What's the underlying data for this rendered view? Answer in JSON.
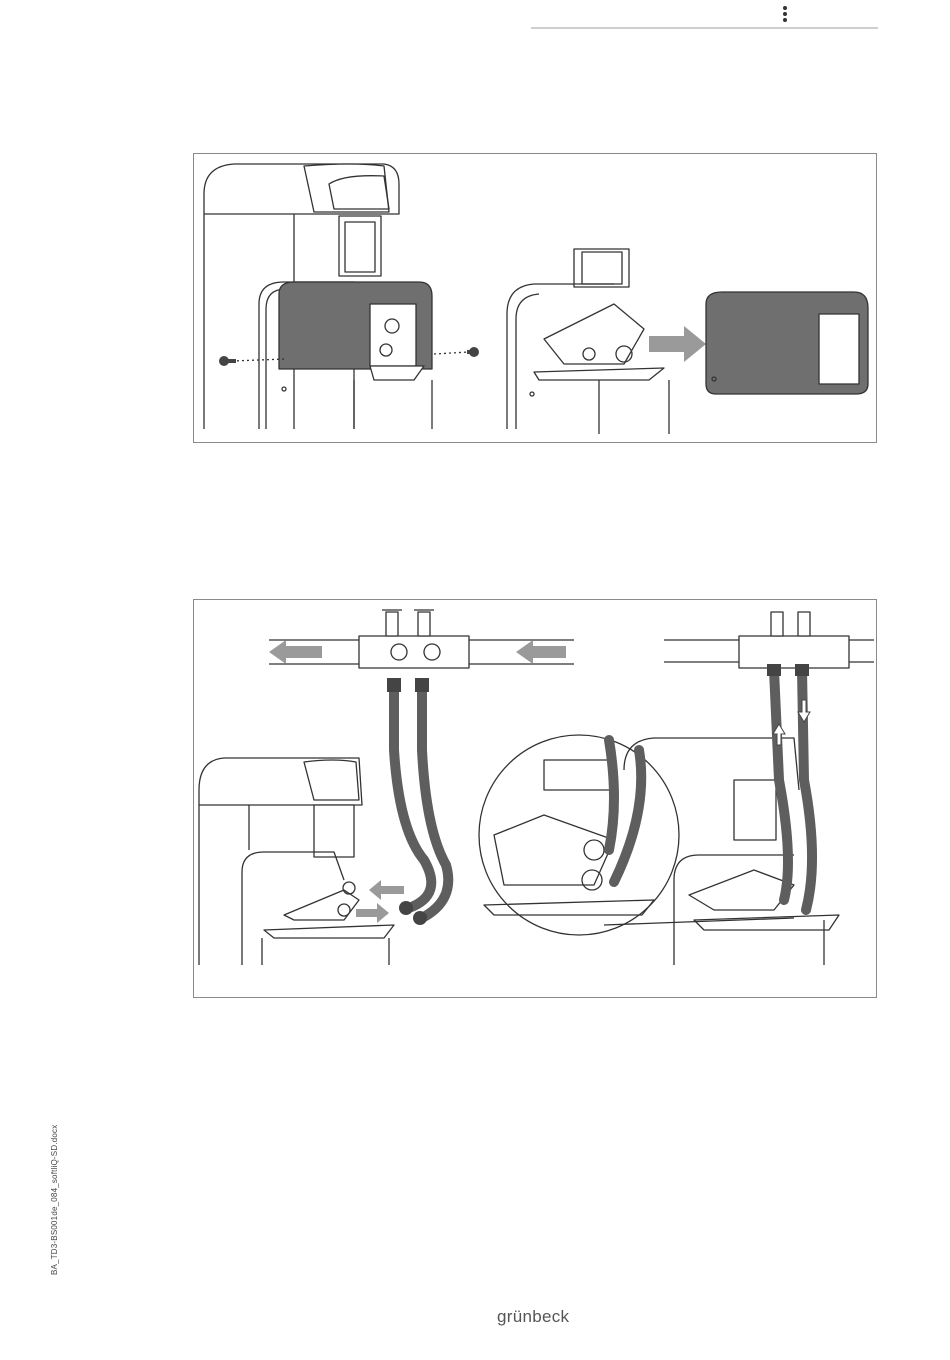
{
  "header": {
    "menu_icon": "more-vertical-icon"
  },
  "figures": [
    {
      "id": "cover-removal",
      "icons": [
        "screw-icon",
        "arrow-right-icon"
      ]
    },
    {
      "id": "hose-connection",
      "icons": [
        "arrow-left-icon",
        "arrow-up-icon",
        "arrow-down-icon"
      ]
    }
  ],
  "footer": {
    "doc_reference": "BA_TD3-BS001de_084_softliQ-SD.docx",
    "brand": "grünbeck"
  },
  "colors": {
    "line": "#333333",
    "cover": "#6f6f6f",
    "hose": "#5e5e5e",
    "arrow": "#9a9a9a",
    "rule": "#cfcfcf"
  }
}
